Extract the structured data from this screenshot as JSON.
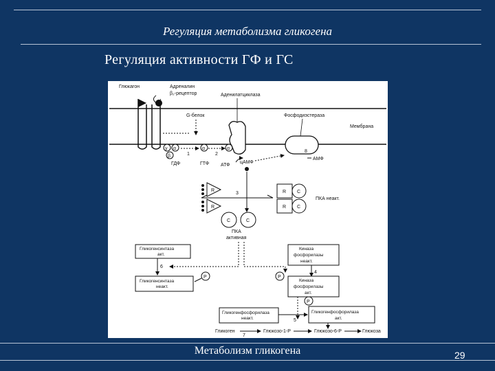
{
  "slide": {
    "header_title": "Регуляция метаболизма гликогена",
    "subtitle": "Регуляция активности ГФ и ГС",
    "footer_title": "Метаболизм гликогена",
    "page_number": "29",
    "background_color": "#0f3563"
  },
  "diagram": {
    "glucagon": "Глюкагон",
    "adrenaline": "Адреналин",
    "beta2_receptor": "β₂-рецептор",
    "adenylate_cyclase": "Аденилатциклаза",
    "phosphodiesterase": "Фосфодиэстераза",
    "membrane": "Мембрана",
    "g_protein": "G-белок",
    "gamma": "γ",
    "alpha": "α",
    "beta": "β",
    "gdp": "ГДФ",
    "gtp": "ГТФ",
    "atp": "АТФ",
    "camp": "цАМФ",
    "amp": "АМФ",
    "r": "R",
    "c": "C",
    "p": "P",
    "pka_inactive": "ПКА неакт.",
    "pka_active_1": "ПКА",
    "pka_active_2": "активная",
    "gs_active_1": "Гликогенсинтаза",
    "gs_active_2": "акт.",
    "gs_inactive_1": "Гликогенсинтаза",
    "gs_inactive_2": "неакт.",
    "pk_inactive_1": "Киназа",
    "pk_inactive_2": "фосфорилазы",
    "pk_inactive_3": "неакт.",
    "pk_active_1": "Киназа",
    "pk_active_2": "фосфорилазы",
    "pk_active_3": "акт.",
    "gp_inactive_1": "Гликогенфосфорилаза",
    "gp_inactive_2": "неакт.",
    "gp_active_1": "Гликогенфосфорилаза",
    "gp_active_2": "акт.",
    "glycogen": "Гликоген",
    "g1p": "Глюкозо-1-Р",
    "g6p": "Глюкозо-6-Р",
    "glucose": "Глюкоза",
    "step1": "1",
    "step2": "2",
    "step3": "3",
    "step4": "4",
    "step5": "5",
    "step6": "6",
    "step7": "7",
    "step8": "8"
  }
}
